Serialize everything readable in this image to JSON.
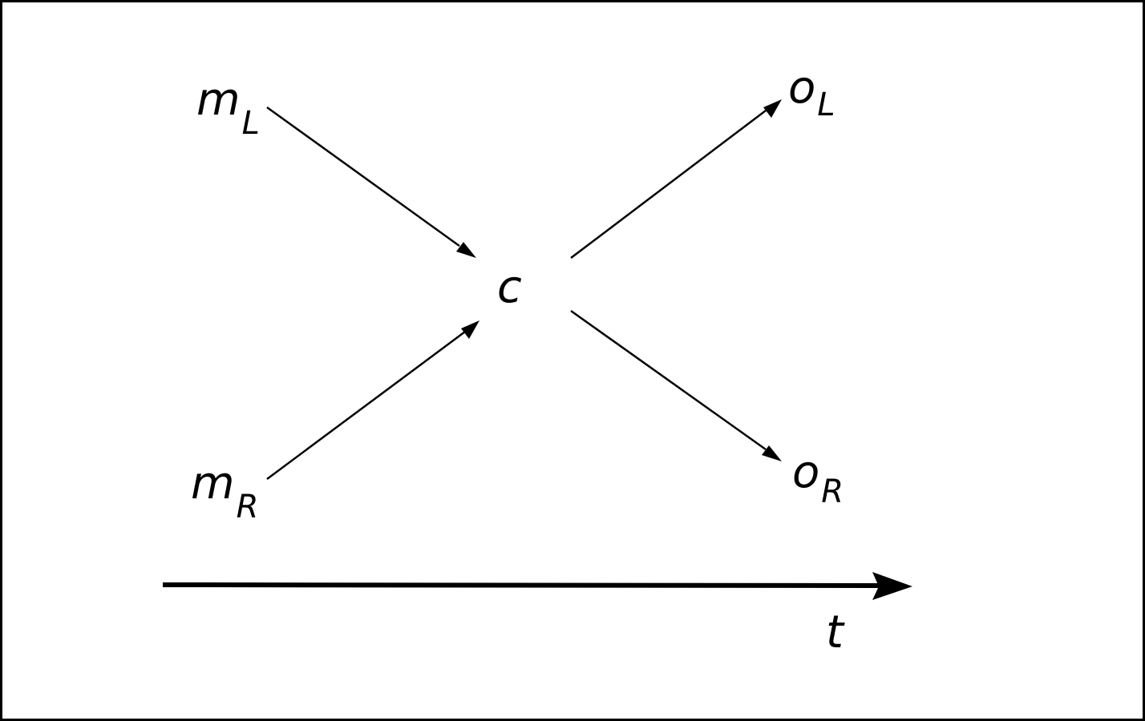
{
  "nodes": {
    "m_left": {
      "base": "m",
      "sub": "L"
    },
    "m_right": {
      "base": "m",
      "sub": "R"
    },
    "center": {
      "base": "c"
    },
    "o_left": {
      "base": "o",
      "sub": "L"
    },
    "o_right": {
      "base": "o",
      "sub": "R"
    }
  },
  "time_axis": {
    "label": "t"
  },
  "edges": [
    {
      "from": "m_left",
      "to": "center"
    },
    {
      "from": "m_right",
      "to": "center"
    },
    {
      "from": "center",
      "to": "o_left"
    },
    {
      "from": "center",
      "to": "o_right"
    }
  ],
  "colors": {
    "ink": "#000000",
    "background": "#ffffff"
  }
}
